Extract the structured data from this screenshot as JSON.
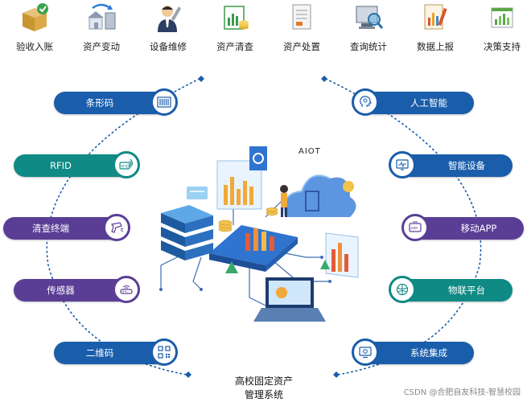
{
  "toolbar": {
    "items": [
      {
        "label": "验收入账",
        "icon": "box-checked-icon"
      },
      {
        "label": "资产变动",
        "icon": "house-transfer-icon"
      },
      {
        "label": "设备维修",
        "icon": "maintenance-worker-icon"
      },
      {
        "label": "资产清查",
        "icon": "inventory-chart-icon"
      },
      {
        "label": "资产处置",
        "icon": "disposal-document-icon"
      },
      {
        "label": "查询统计",
        "icon": "search-statistics-icon"
      },
      {
        "label": "数据上报",
        "icon": "report-chart-icon"
      },
      {
        "label": "决策支持",
        "icon": "decision-chart-icon"
      }
    ]
  },
  "left_features": [
    {
      "label": "条形码",
      "icon": "barcode-icon"
    },
    {
      "label": "RFID",
      "icon": "rfid-tag-icon"
    },
    {
      "label": "清查终端",
      "icon": "scanner-gun-icon"
    },
    {
      "label": "传感器",
      "icon": "sensor-router-icon"
    },
    {
      "label": "二维码",
      "icon": "qr-code-icon"
    }
  ],
  "right_features": [
    {
      "label": "人工智能",
      "icon": "ai-head-icon"
    },
    {
      "label": "智能设备",
      "icon": "smart-monitor-icon"
    },
    {
      "label": "移动APP",
      "icon": "mobile-app-icon"
    },
    {
      "label": "物联平台",
      "icon": "iot-globe-icon"
    },
    {
      "label": "系统集成",
      "icon": "system-integration-icon"
    }
  ],
  "center": {
    "title_line1": "高校固定资产",
    "title_line2": "管理系统",
    "aiot_label": "AIOT"
  },
  "watermark": "CSDN @合肥自友科技-智慧校园",
  "colors": {
    "left_pills": [
      "#1a5dab",
      "#0f8a85",
      "#5a3e96",
      "#5a3e96",
      "#1a5dab"
    ],
    "right_pills": [
      "#1a5dab",
      "#1a5dab",
      "#5a3e96",
      "#0f8a85",
      "#1a5dab"
    ],
    "arc": "#1a5dab"
  }
}
